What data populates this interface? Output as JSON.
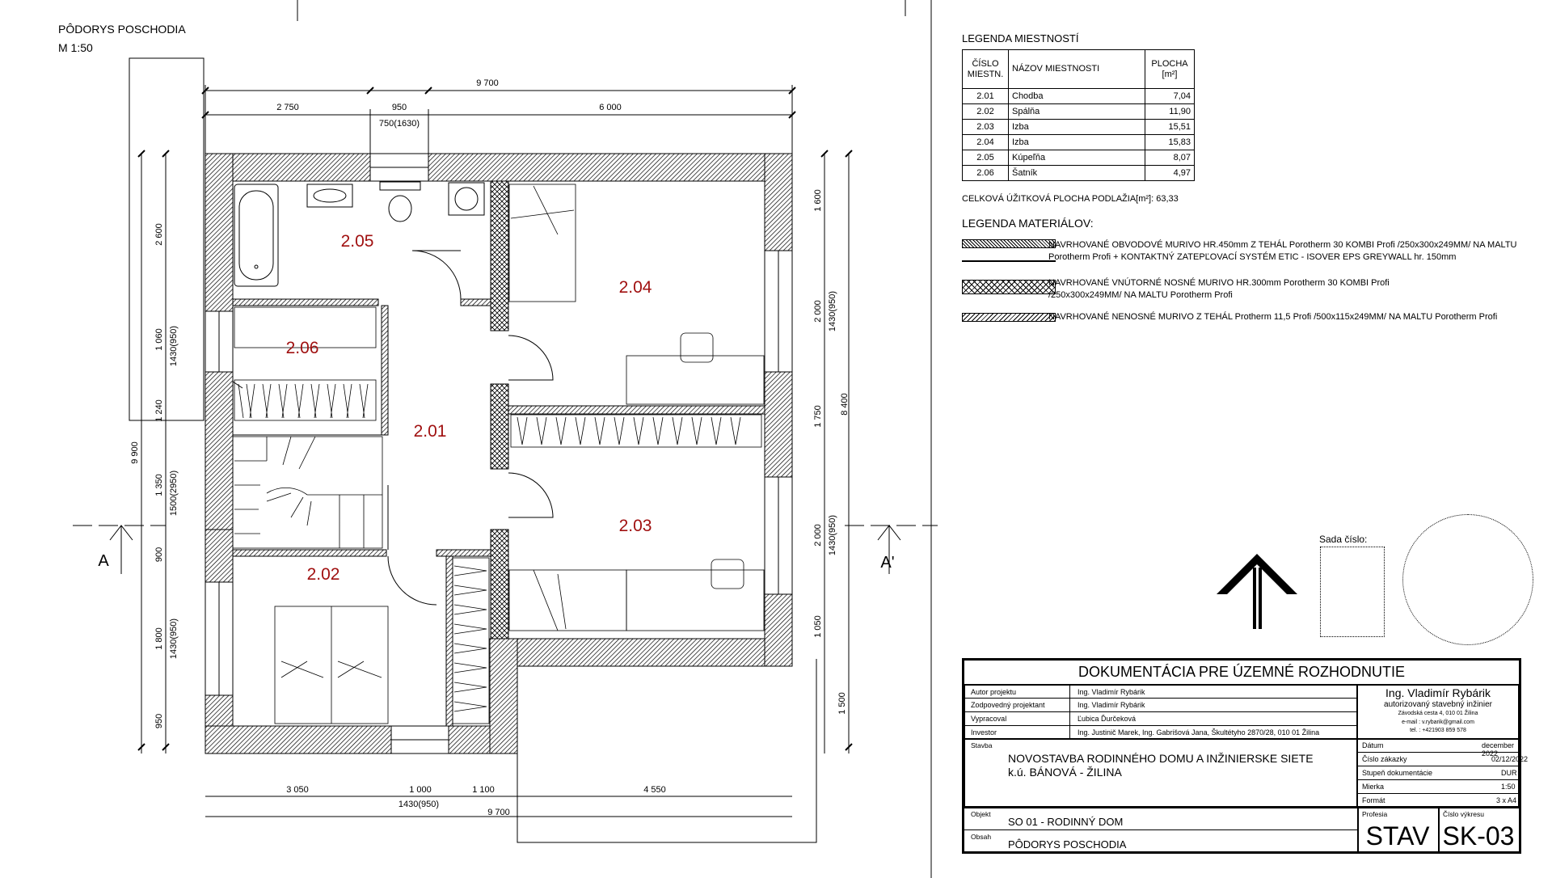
{
  "plan": {
    "title": "PÔDORYS POSCHODIA",
    "scale": "M 1:50",
    "rooms": [
      {
        "num": "2.05"
      },
      {
        "num": "2.04"
      },
      {
        "num": "2.06"
      },
      {
        "num": "2.01"
      },
      {
        "num": "2.03"
      },
      {
        "num": "2.02"
      }
    ],
    "dims_top": {
      "total": "9 700",
      "d1": "2 750",
      "d2": "950",
      "d3": "6 000",
      "d2b": "750(1630)"
    },
    "dims_bottom": {
      "total": "9 700",
      "d1": "3 050",
      "d2": "1 000",
      "d3": "1 100",
      "d4": "4 550",
      "d2b": "1430(950)"
    },
    "dims_left": {
      "total": "9 900",
      "d1": "2 600",
      "d2": "1 060",
      "d2b": "1430(950)",
      "d3": "1 240",
      "d4": "1 350",
      "d4b": "1500(2950)",
      "d5": "900",
      "d6": "1 800",
      "d6b": "1430(950)",
      "d7": "950"
    },
    "dims_right": {
      "total": "8 400",
      "d1": "1 600",
      "d2": "2 000",
      "d2b": "1430(950)",
      "d3": "1 750",
      "d4": "2 000",
      "d4b": "1430(950)",
      "d5": "1 050",
      "d6": "1 500"
    },
    "section_a": "A",
    "section_a2": "A'"
  },
  "room_legend": {
    "title": "LEGENDA MIESTNOSTÍ",
    "col1": "ČÍSLO MIESTN.",
    "col2": "NÁZOV MIESTNOSTI",
    "col3": "PLOCHA [m²]",
    "rows": [
      {
        "num": "2.01",
        "name": "Chodba",
        "area": "7,04"
      },
      {
        "num": "2.02",
        "name": "Spálňa",
        "area": "11,90"
      },
      {
        "num": "2.03",
        "name": "Izba",
        "area": "15,51"
      },
      {
        "num": "2.04",
        "name": "Izba",
        "area": "15,83"
      },
      {
        "num": "2.05",
        "name": "Kúpeľňa",
        "area": "8,07"
      },
      {
        "num": "2.06",
        "name": "Šatník",
        "area": "4,97"
      }
    ],
    "total": "CELKOVÁ ÚŽITKOVÁ PLOCHA PODLAŽIA[m²]: 63,33"
  },
  "material_legend": {
    "title": "LEGENDA MATERIÁLOV:",
    "m1_l1": "NAVRHOVANÉ OBVODOVÉ MURIVO HR.450mm Z TEHÁL Porotherm 30 KOMBI Profi /250x300x249MM/ NA MALTU",
    "m1_l2": "Porotherm Profi + KONTAKTNÝ ZATEPĽOVACÍ SYSTÉM ETIC - ISOVER EPS GREYWALL hr. 150mm",
    "m2_l1": "NAVRHOVANÉ VNÚTORNÉ NOSNÉ MURIVO HR.300mm Porotherm 30 KOMBI Profi",
    "m2_l2": "/250x300x249MM/ NA MALTU Porotherm Profi",
    "m3": "NAVRHOVANÉ NENOSNÉ MURIVO Z TEHÁL Protherm 11,5 Profi /500x115x249MM/ NA MALTU Porotherm Profi"
  },
  "stamp": {
    "label": "Sada číslo:"
  },
  "title_block": {
    "heading": "DOKUMENTÁCIA PRE ÚZEMNÉ ROZHODNUTIE",
    "author_label": "Autor projektu",
    "author": "Ing. Vladimír Rybárik",
    "resp_label": "Zodpovedný projektant",
    "resp": "Ing. Vladimír Rybárik",
    "drawn_label": "Vypracoval",
    "drawn": "Ľubica Ďurčeková",
    "investor_label": "Investor",
    "investor": "Ing. Justinič Marek, Ing. Gabrišová Jana, Škultétyho 2870/28, 010 01 Žilina",
    "company_name": "Ing. Vladimír Rybárik",
    "company_sub": "autorizovaný stavebný inžinier",
    "company_addr": "Závodská cesta 4,  010 01 Žilina",
    "company_mail": "e-mail : v.rybarik@gmail.com",
    "company_tel": "tel. : +421903 859 578",
    "building_label": "Stavba",
    "building_l1": "NOVOSTAVBA RODINNÉHO DOMU A INŽINIERSKE SIETE",
    "building_l2": "k.ú. BÁNOVÁ - ŽILINA",
    "date_label": "Dátum",
    "date": "december 2022",
    "order_label": "Číslo zákazky",
    "order": "02/12/2022",
    "stage_label": "Stupeň dokumentácie",
    "stage": "DUR",
    "scale_label": "Mierka",
    "scale": "1:50",
    "format_label": "Formát",
    "format": "3 x A4",
    "object_label": "Objekt",
    "object": "SO 01 - RODINNÝ DOM",
    "content_label": "Obsah",
    "content": "PÔDORYS POSCHODIA",
    "profession_label": "Profesia",
    "profession": "STAV",
    "drawing_label": "Číslo výkresu",
    "drawing": "SK-03"
  }
}
